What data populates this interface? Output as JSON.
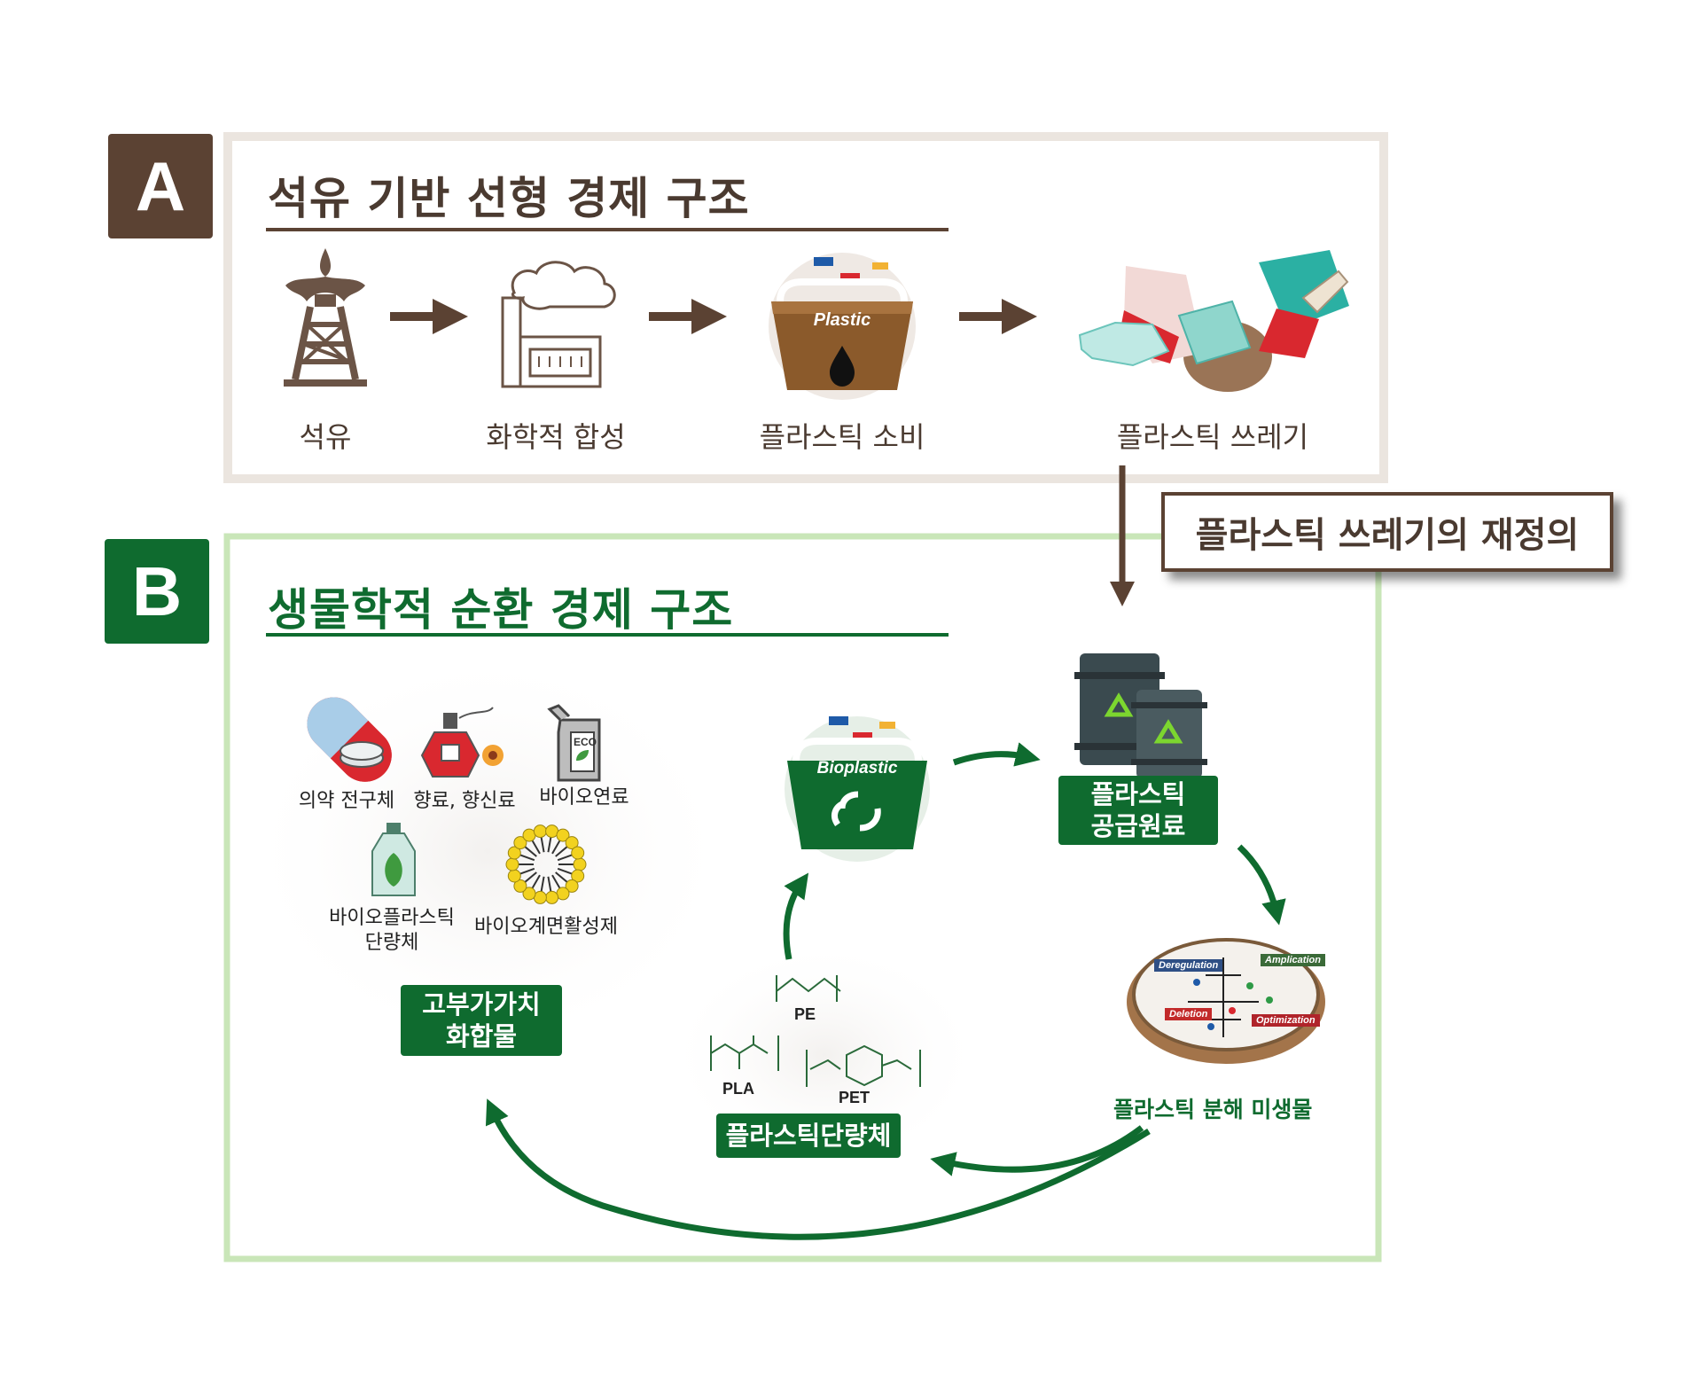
{
  "panel_a": {
    "letter": "A",
    "title": "석유 기반 선형 경제 구조",
    "steps": [
      "석유",
      "화학적 합성",
      "플라스틱 소비",
      "플라스틱 쓰레기"
    ],
    "basket_text": "Plastic"
  },
  "redefinition_label": "플라스틱 쓰레기의 재정의",
  "panel_b": {
    "letter": "B",
    "title": "생물학적 순환 경제 구조",
    "compounds": [
      "의약 전구체",
      "향료, 향신료",
      "바이오연료",
      "바이오플라스틱 단량체",
      "바이오계면활성제"
    ],
    "eco_text": "ECO",
    "high_value_badge": "고부가가치 화합물",
    "bioplastic_text": "Bioplastic",
    "feedstock_badge": "플라스틱 공급원료",
    "microbe_label": "플라스틱 분해 미생물",
    "monomer_badge": "플라스틱단량체",
    "polymers": [
      "PE",
      "PLA",
      "PET"
    ],
    "engineering_tags": [
      "Deregulation",
      "Amplication",
      "Deletion",
      "Optimization"
    ]
  },
  "colors": {
    "brown": "#5b4233",
    "green": "#0f6b2f",
    "light_green_border": "#c9e6b8",
    "panel_a_border": "#ebe5df"
  }
}
